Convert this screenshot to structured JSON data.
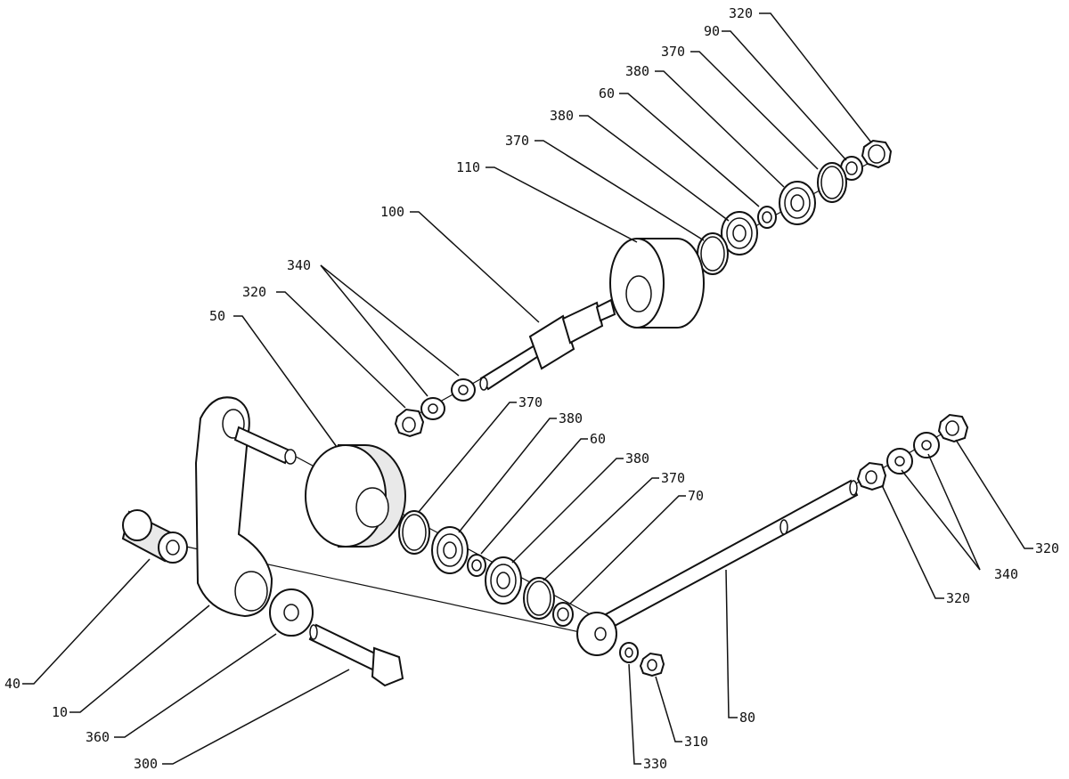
{
  "callouts": [
    {
      "id": "320-top",
      "text": "320"
    },
    {
      "id": "90",
      "text": "90"
    },
    {
      "id": "370-top",
      "text": "370"
    },
    {
      "id": "380-top",
      "text": "380"
    },
    {
      "id": "60-top",
      "text": "60"
    },
    {
      "id": "380-upper",
      "text": "380"
    },
    {
      "id": "370-upper",
      "text": "370"
    },
    {
      "id": "110",
      "text": "110"
    },
    {
      "id": "100",
      "text": "100"
    },
    {
      "id": "340-upper",
      "text": "340"
    },
    {
      "id": "320-upper",
      "text": "320"
    },
    {
      "id": "50",
      "text": "50"
    },
    {
      "id": "370-mid",
      "text": "370"
    },
    {
      "id": "380-mid",
      "text": "380"
    },
    {
      "id": "60-mid",
      "text": "60"
    },
    {
      "id": "380-low",
      "text": "380"
    },
    {
      "id": "370-low",
      "text": "370"
    },
    {
      "id": "70",
      "text": "70"
    },
    {
      "id": "40",
      "text": "40"
    },
    {
      "id": "10",
      "text": "10"
    },
    {
      "id": "360",
      "text": "360"
    },
    {
      "id": "300",
      "text": "300"
    },
    {
      "id": "330",
      "text": "330"
    },
    {
      "id": "310",
      "text": "310"
    },
    {
      "id": "80",
      "text": "80"
    },
    {
      "id": "320-right",
      "text": "320"
    },
    {
      "id": "340-right",
      "text": "340"
    },
    {
      "id": "320-far",
      "text": "320"
    }
  ]
}
